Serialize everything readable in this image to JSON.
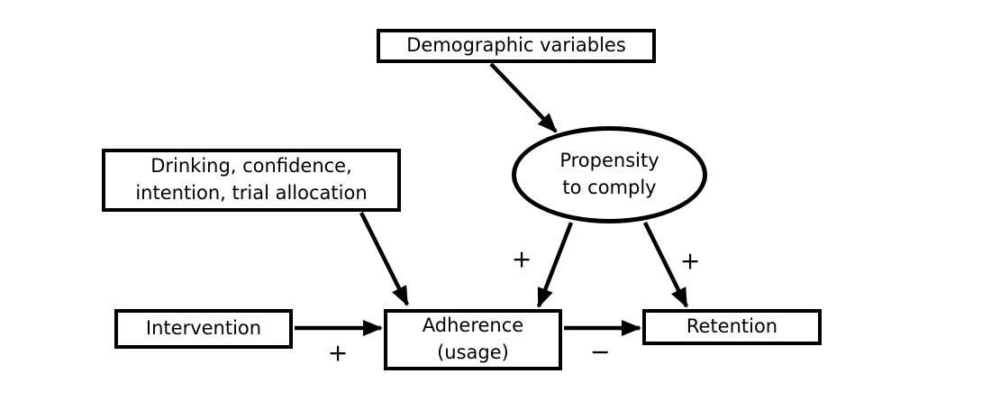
{
  "diagram": {
    "nodes": {
      "demographic": {
        "label": "Demographic variables"
      },
      "predictors": {
        "line1": "Drinking, confidence,",
        "line2": "intention, trial allocation"
      },
      "propensity": {
        "line1": "Propensity",
        "line2": "to comply"
      },
      "intervention": {
        "label": "Intervention"
      },
      "adherence": {
        "line1": "Adherence",
        "line2": "(usage)"
      },
      "retention": {
        "label": "Retention"
      }
    },
    "signs": {
      "intervention_to_adherence": "+",
      "propensity_to_adherence": "+",
      "propensity_to_retention": "+",
      "adherence_to_retention": "−"
    },
    "colors": {
      "ink": "#000000",
      "background": "#ffffff"
    }
  }
}
